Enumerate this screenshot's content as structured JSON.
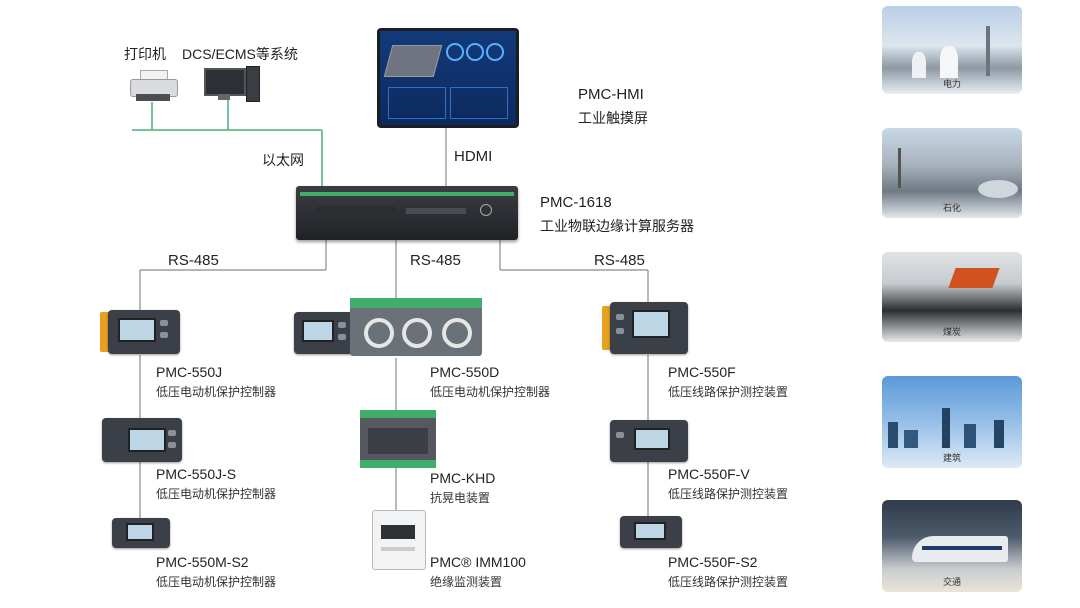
{
  "top": {
    "printer_label": "打印机",
    "dcs_label": "DCS/ECMS等系统",
    "ethernet_label": "以太网",
    "hdmi_label": "HDMI"
  },
  "hmi": {
    "title": "PMC-HMI",
    "subtitle": "工业触摸屏"
  },
  "server": {
    "title": "PMC-1618",
    "subtitle": "工业物联边缘计算服务器"
  },
  "buses": {
    "left": "RS-485",
    "center": "RS-485",
    "right": "RS-485"
  },
  "devices": [
    {
      "title": "PMC-550J",
      "subtitle": "低压电动机保护控制器"
    },
    {
      "title": "PMC-550J-S",
      "subtitle": "低压电动机保护控制器"
    },
    {
      "title": "PMC-550M-S2",
      "subtitle": "低压电动机保护控制器"
    },
    {
      "title": "PMC-550D",
      "subtitle": "低压电动机保护控制器"
    },
    {
      "title": "PMC-KHD",
      "subtitle": "抗晃电装置"
    },
    {
      "title": "PMC® IMM100",
      "subtitle": "绝缘监测装置"
    },
    {
      "title": "PMC-550F",
      "subtitle": "低压线路保护测控装置"
    },
    {
      "title": "PMC-550F-V",
      "subtitle": "低压线路保护测控装置"
    },
    {
      "title": "PMC-550F-S2",
      "subtitle": "低压线路保护测控装置"
    }
  ],
  "scenes": [
    {
      "caption": "电力"
    },
    {
      "caption": "石化"
    },
    {
      "caption": "煤炭"
    },
    {
      "caption": "建筑"
    },
    {
      "caption": "交通"
    }
  ],
  "colors": {
    "ethernet_line": "#4caf7a",
    "bus_line": "#8a8a8a",
    "device_accent": "#e8a020",
    "server_green": "#3fae6a"
  }
}
